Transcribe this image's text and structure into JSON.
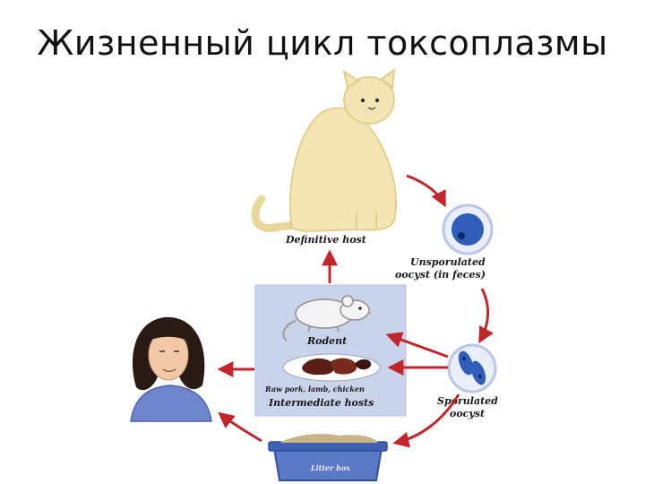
{
  "title": "Жизненный цикл токсоплазмы",
  "labels": {
    "definitive_host": "Definitive host",
    "unsporulated_1": "Unsporulated",
    "unsporulated_2": "oocyst (in feces)",
    "sporulated_1": "Sporulated",
    "sporulated_2": "oocyst",
    "rodent": "Rodent",
    "meat": "Raw pork, lamb, chicken",
    "intermediate_hosts": "Intermediate hosts",
    "litter_box": "Litter box"
  },
  "colors": {
    "arrow": "#c0262b",
    "intermediate_panel": "#c9d3ea",
    "cat": "#f3e6b4",
    "litter_box": "#5b79c6",
    "oocyst": "#2f5db8"
  }
}
